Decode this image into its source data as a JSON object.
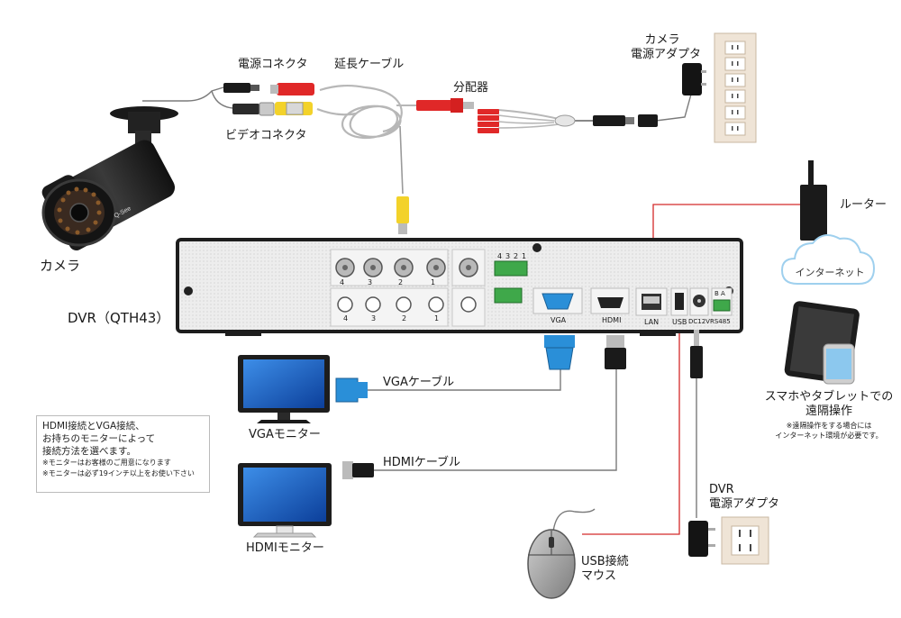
{
  "labels": {
    "power_connector": "電源コネクタ",
    "extension_cable": "延長ケーブル",
    "video_connector": "ビデオコネクタ",
    "splitter": "分配器",
    "camera_adapter_line1": "カメラ",
    "camera_adapter_line2": "電源アダプタ",
    "camera": "カメラ",
    "router": "ルーター",
    "internet": "インターネット",
    "dvr_model": "DVR（QTH43）",
    "vga_cable": "VGAケーブル",
    "hdmi_cable": "HDMIケーブル",
    "vga_monitor": "VGAモニター",
    "hdmi_monitor": "HDMIモニター",
    "remote_line1": "スマホやタブレットでの",
    "remote_line2": "遠隔操作",
    "remote_note_line1": "※遠隔操作をする場合には",
    "remote_note_line2": "インターネット環境が必要です。",
    "dvr_adapter_line1": "DVR",
    "dvr_adapter_line2": "電源アダプタ",
    "mouse_line1": "USB接続",
    "mouse_line2": "マウス"
  },
  "note_box": {
    "line1": "HDMI接続とVGA接続、",
    "line2": "お持ちのモニターによって",
    "line3": "接続方法を選べます。",
    "footnote1": "※モニターはお客様のご用意になります",
    "footnote2": "※モニターは必ず19インチ以上をお使い下さい"
  },
  "dvr_panel": {
    "port_vga": "VGA",
    "port_hdmi": "HDMI",
    "port_lan": "LAN",
    "port_usb": "USB",
    "port_dc": "DC12V",
    "port_rs485": "RS485",
    "rs485_pins": "B A",
    "video_in_numbers": [
      "4",
      "3",
      "2",
      "1"
    ],
    "audio_in_numbers": [
      "4",
      "3",
      "2",
      "1"
    ],
    "alarm_numbers": [
      "4",
      "3",
      "2",
      "1"
    ]
  },
  "camera_brand": "Q-See",
  "colors": {
    "dvr_body": "#e9e9e9",
    "dvr_outline": "#1d1d1d",
    "cable_gray": "#777777",
    "lan_red": "#d42a2a",
    "vga_blue": "#2a8fd8",
    "monitor_screen": "#1565c0",
    "connector_yellow": "#f3d22a",
    "connector_red": "#e02828"
  }
}
